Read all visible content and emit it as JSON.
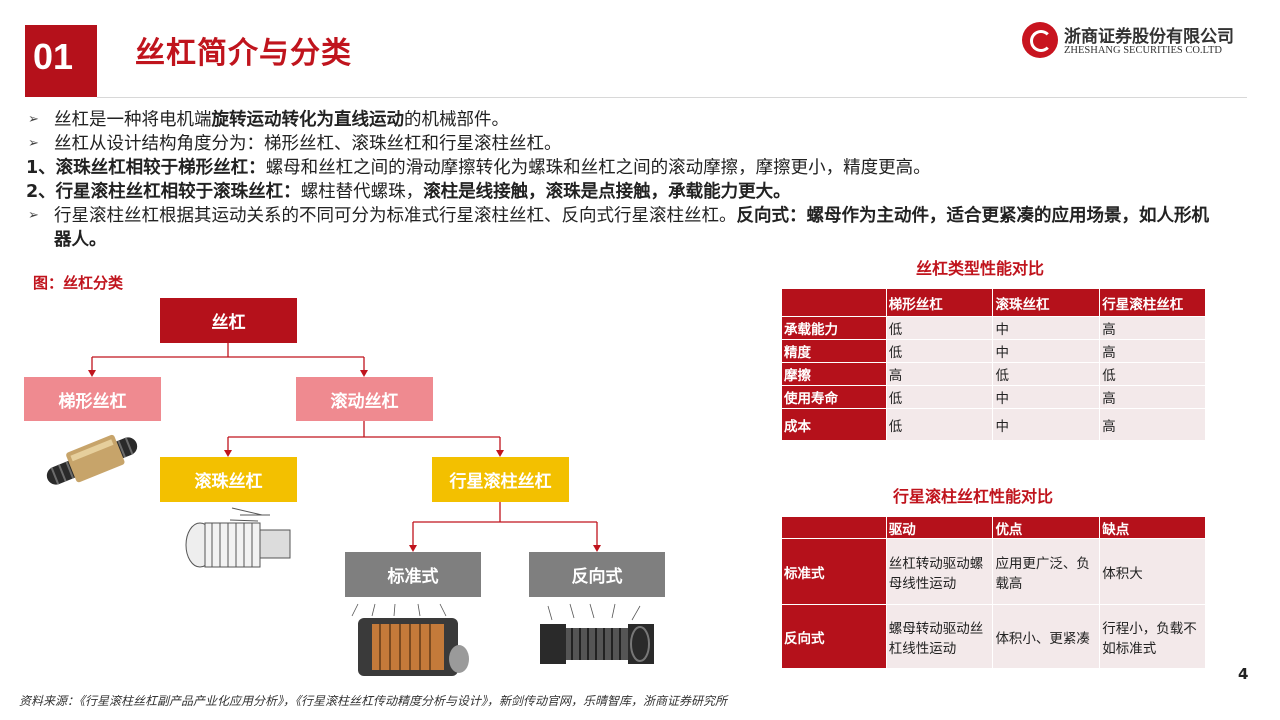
{
  "header": {
    "section_number": "01",
    "title": "丝杠简介与分类",
    "logo_cn": "浙商证券股份有限公司",
    "logo_en": "ZHESHANG SECURITIES CO.LTD"
  },
  "bullets": {
    "b1_pre": "丝杠是一种将电机端",
    "b1_bold": "旋转运动转化为直线运动",
    "b1_post": "的机械部件。",
    "b2": "丝杠从设计结构角度分为：梯形丝杠、滚珠丝杠和行星滚柱丝杠。",
    "b3_bold": "1、滚珠丝杠相较于梯形丝杠：",
    "b3_post": "螺母和丝杠之间的滑动摩擦转化为螺珠和丝杠之间的滚动摩擦，摩擦更小，精度更高。",
    "b4_bold": "2、行星滚柱丝杠相较于滚珠丝杠：",
    "b4_mid": "螺柱替代螺珠，",
    "b4_bold2": "滚柱是线接触，滚珠是点接触，承载能力更大。",
    "b5_pre": "行星滚柱丝杠根据其运动关系的不同可分为标准式行星滚柱丝杠、反向式行星滚柱丝杠。",
    "b5_bold": "反向式：螺母作为主动件，适合更紧凑的应用场景，如人形机器人。"
  },
  "figure": {
    "caption": "图：丝杠分类",
    "root": "丝杠",
    "trapezoid": "梯形丝杠",
    "rolling": "滚动丝杠",
    "ball": "滚珠丝杠",
    "planetary": "行星滚柱丝杠",
    "standard": "标准式",
    "inverted": "反向式"
  },
  "table1": {
    "title": "丝杠类型性能对比",
    "headers": [
      "",
      "梯形丝杠",
      "滚珠丝杠",
      "行星滚柱丝杠"
    ],
    "rows": [
      [
        "承载能力",
        "低",
        "中",
        "高"
      ],
      [
        "精度",
        "低",
        "中",
        "高"
      ],
      [
        "摩擦",
        "高",
        "低",
        "低"
      ],
      [
        "使用寿命",
        "低",
        "中",
        "高"
      ],
      [
        "成本",
        "低",
        "中",
        "高"
      ]
    ]
  },
  "table2": {
    "title": "行星滚柱丝杠性能对比",
    "headers": [
      "",
      "驱动",
      "优点",
      "缺点"
    ],
    "rows": [
      [
        "标准式",
        "丝杠转动驱动螺母线性运动",
        "应用更广泛、负载高",
        "体积大"
      ],
      [
        "反向式",
        "螺母转动驱动丝杠线性运动",
        "体积小、更紧凑",
        "行程小，负载不如标准式"
      ]
    ]
  },
  "footer": {
    "page_number": "4",
    "source": "资料来源：《行星滚柱丝杠副产品产业化应用分析》，《行星滚柱丝杠传动精度分析与设计》，新剑传动官网，乐晴智库，浙商证券研究所"
  },
  "colors": {
    "brand_red": "#b5111b",
    "pink": "#ef8a90",
    "gold": "#f3c000",
    "gray": "#7f7f7f"
  }
}
